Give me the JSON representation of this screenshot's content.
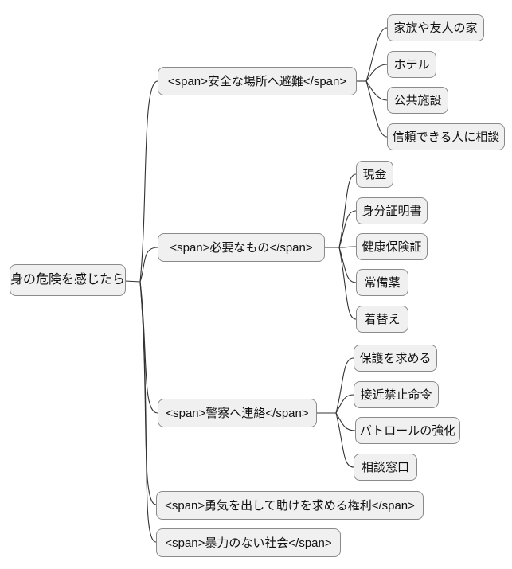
{
  "mindmap": {
    "root": {
      "label": "身の危険を感じたら"
    },
    "branches": [
      {
        "label": "<span>安全な場所へ避難</span>",
        "children": [
          {
            "label": "家族や友人の家"
          },
          {
            "label": "ホテル"
          },
          {
            "label": "公共施設"
          },
          {
            "label": "信頼できる人に相談"
          }
        ]
      },
      {
        "label": "<span>必要なもの</span>",
        "children": [
          {
            "label": "現金"
          },
          {
            "label": "身分証明書"
          },
          {
            "label": "健康保険証"
          },
          {
            "label": "常備薬"
          },
          {
            "label": "着替え"
          }
        ]
      },
      {
        "label": "<span>警察へ連絡</span>",
        "children": [
          {
            "label": "保護を求める"
          },
          {
            "label": "接近禁止命令"
          },
          {
            "label": "パトロールの強化"
          },
          {
            "label": "相談窓口"
          }
        ]
      },
      {
        "label": "<span>勇気を出して助けを求める権利</span>",
        "children": []
      },
      {
        "label": "<span>暴力のない社会</span>",
        "children": []
      }
    ],
    "colors": {
      "node_fill": "#f0f0f0",
      "node_border": "#8a8a8a",
      "edge": "#333333",
      "text": "#111111",
      "background": "#ffffff"
    }
  }
}
